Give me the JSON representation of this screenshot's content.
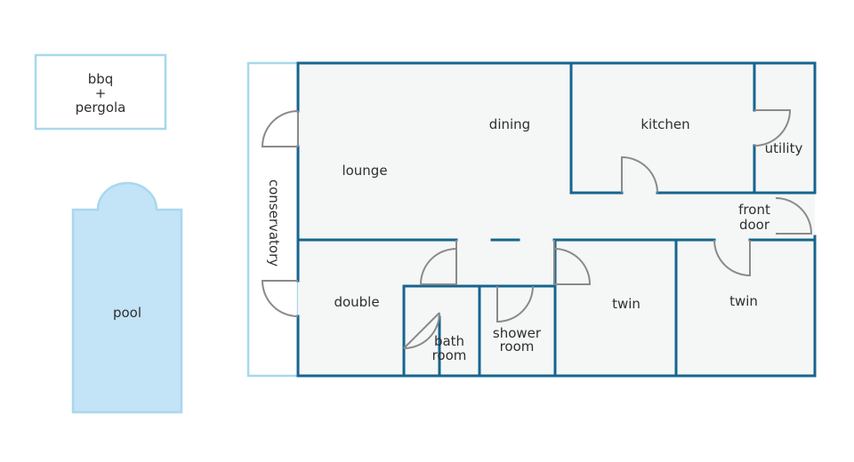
{
  "labels": {
    "bbq_line1": "bbq",
    "bbq_line2": "+",
    "bbq_line3": "pergola",
    "pool": "pool",
    "conservatory": "conservatory",
    "lounge": "lounge",
    "dining": "dining",
    "kitchen": "kitchen",
    "utility": "utility",
    "front_door_line1": "front",
    "front_door_line2": "door",
    "double": "double",
    "bathroom_line1": "bath",
    "bathroom_line2": "room",
    "shower_line1": "shower",
    "shower_line2": "room",
    "twin_1": "twin",
    "twin_2": "twin"
  },
  "colors": {
    "wall": "#15658f",
    "light_outline": "#a8d8ee",
    "pool_fill": "#c3e3f7",
    "floor": "#f5f6f6",
    "door": "#8a8a8a"
  }
}
